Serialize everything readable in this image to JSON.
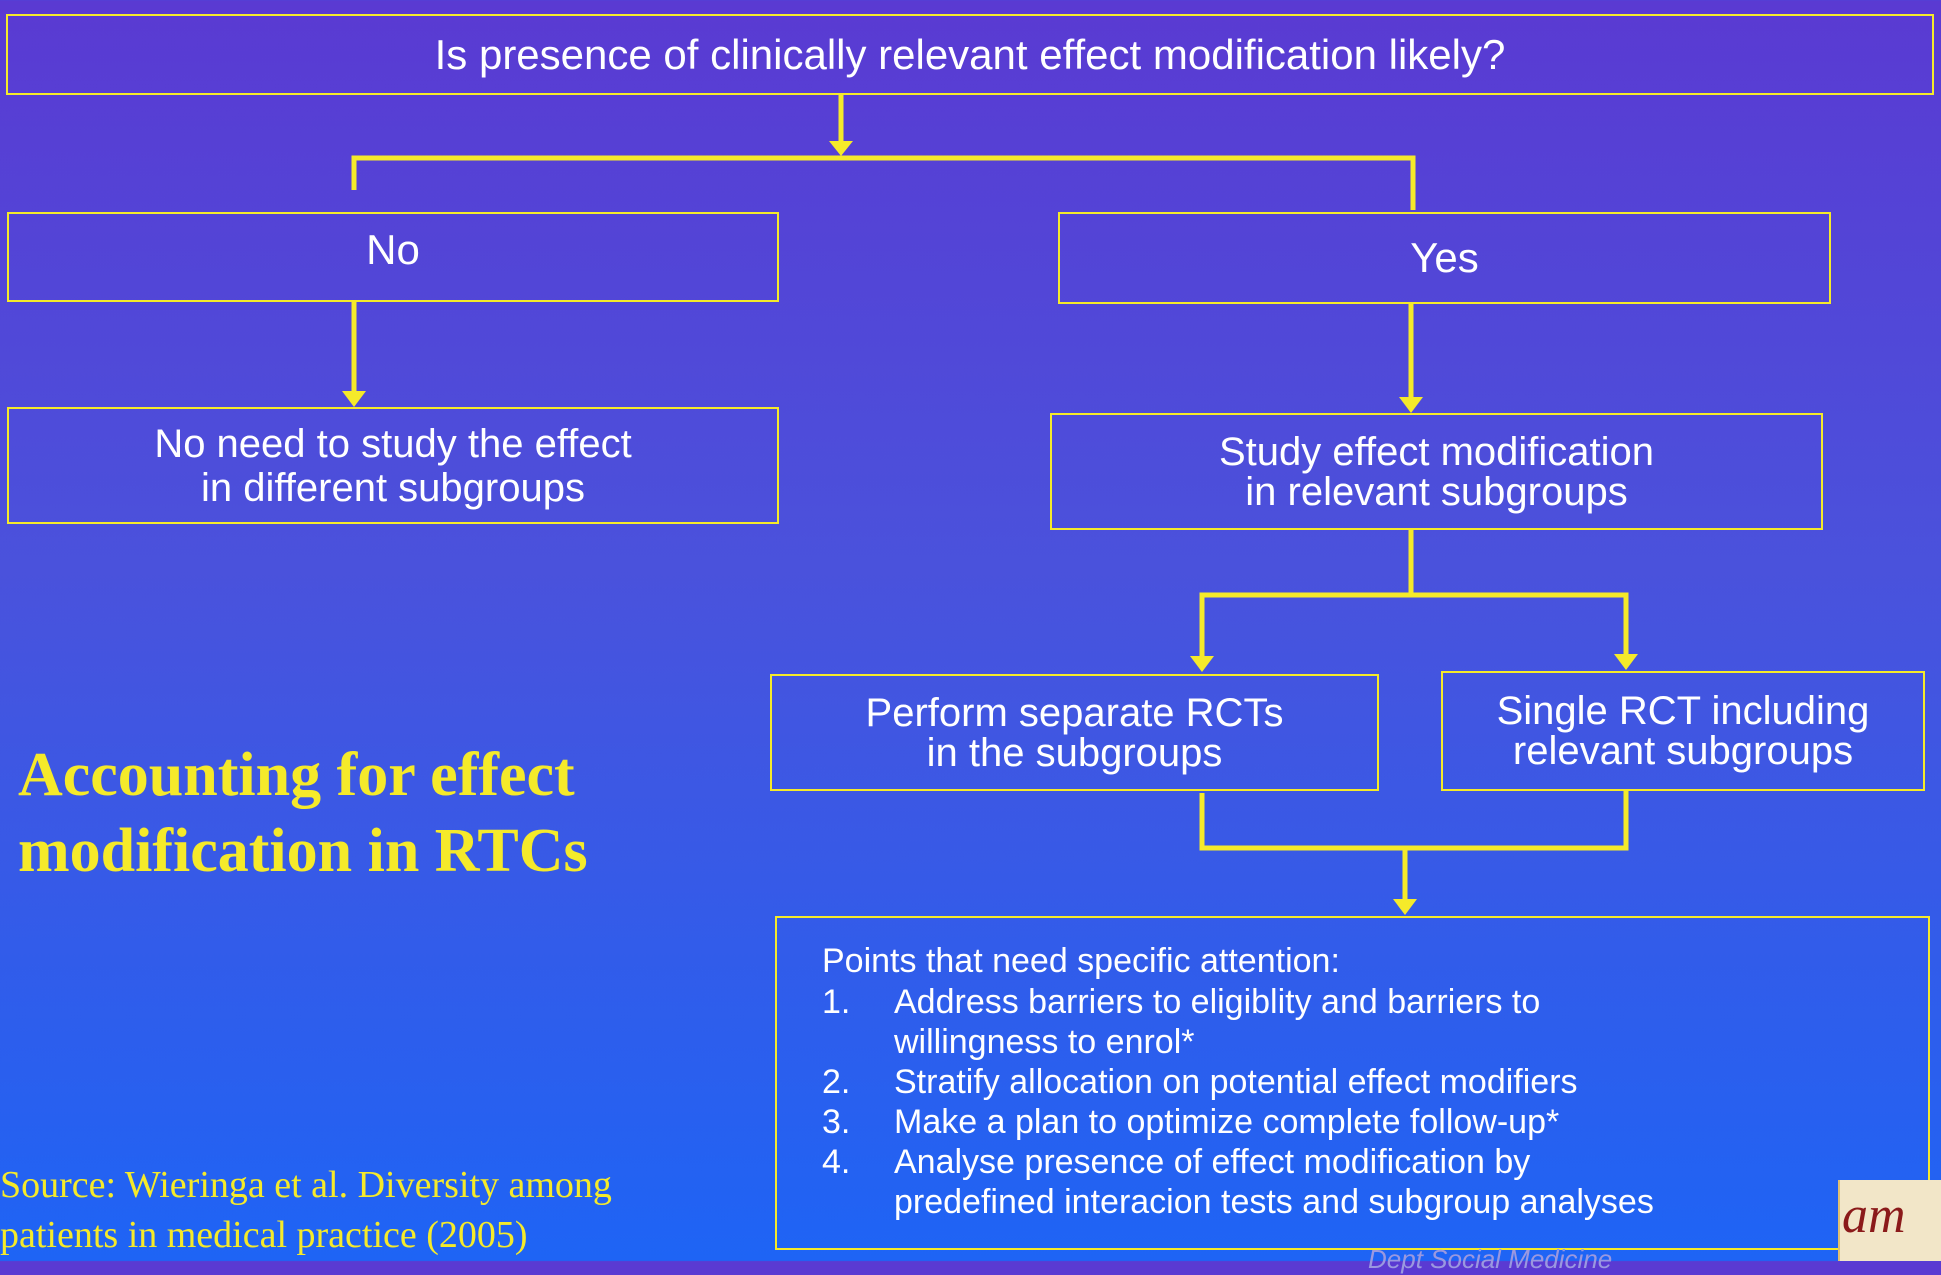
{
  "question": "Is presence of clinically relevant effect modification likely?",
  "no_label": "No",
  "yes_label": "Yes",
  "no_outcome": [
    "No need to study the effect",
    "in different subgroups"
  ],
  "yes_outcome": [
    "Study effect modification",
    "in relevant subgroups"
  ],
  "option_separate": [
    "Perform separate RCTs",
    "in the subgroups"
  ],
  "option_single": [
    "Single RCT including",
    "relevant subgroups"
  ],
  "points": {
    "intro": "Points that need specific attention:",
    "items": [
      {
        "num": "1.",
        "lines": [
          "Address barriers to eligiblity and barriers to",
          "willingness to enrol*"
        ]
      },
      {
        "num": "2.",
        "lines": [
          "Stratify allocation on potential effect modifiers"
        ]
      },
      {
        "num": "3.",
        "lines": [
          "Make a plan to optimize complete follow-up*"
        ]
      },
      {
        "num": "4.",
        "lines": [
          "Analyse presence of effect modification by",
          "predefined interacion tests and subgroup analyses"
        ]
      }
    ]
  },
  "slide_title": [
    "Accounting for effect",
    "modification in RTCs"
  ],
  "source": [
    "Source: Wieringa et al. Diversity among",
    "patients in medical practice (2005)"
  ],
  "footer_text": "Dept Social Medicine",
  "logo_text": "am",
  "colors": {
    "accent": "#f5ea2a",
    "text": "#ffffff"
  }
}
